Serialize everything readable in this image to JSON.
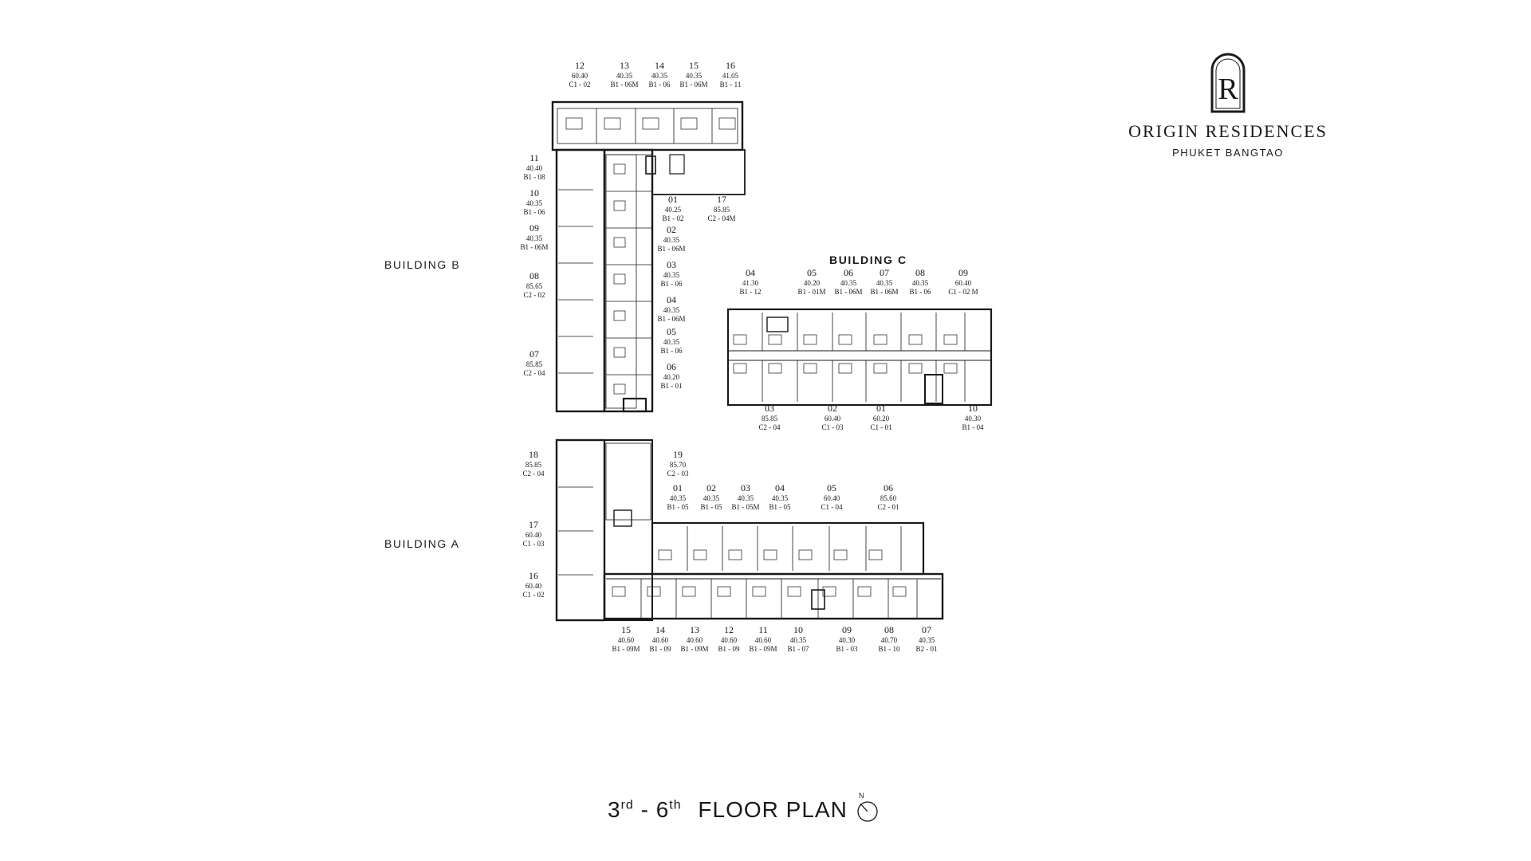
{
  "brand": {
    "monogram": "R",
    "name": "ORIGIN RESIDENCES",
    "location": "PHUKET BANGTAO"
  },
  "title": {
    "start_num": "3",
    "start_sup": "rd",
    "separator": "-",
    "end_num": "6",
    "end_sup": "th",
    "text": "FLOOR PLAN"
  },
  "compass": {
    "label": "N"
  },
  "buildings": {
    "b": {
      "label": "BUILDING B",
      "units": [
        {
          "no": "12",
          "area": "60.40",
          "type": "C1 - 02"
        },
        {
          "no": "13",
          "area": "40.35",
          "type": "B1 - 06M"
        },
        {
          "no": "14",
          "area": "40.35",
          "type": "B1 - 06"
        },
        {
          "no": "15",
          "area": "40.35",
          "type": "B1 - 06M"
        },
        {
          "no": "16",
          "area": "41.05",
          "type": "B1 - 11"
        },
        {
          "no": "11",
          "area": "40.40",
          "type": "B1 - 08"
        },
        {
          "no": "10",
          "area": "40.35",
          "type": "B1 - 06"
        },
        {
          "no": "09",
          "area": "40.35",
          "type": "B1 - 06M"
        },
        {
          "no": "08",
          "area": "85.65",
          "type": "C2 - 02"
        },
        {
          "no": "07",
          "area": "85.85",
          "type": "C2 - 04"
        },
        {
          "no": "01",
          "area": "40.25",
          "type": "B1 - 02"
        },
        {
          "no": "17",
          "area": "85.85",
          "type": "C2 - 04M"
        },
        {
          "no": "02",
          "area": "40.35",
          "type": "B1 - 06M"
        },
        {
          "no": "03",
          "area": "40.35",
          "type": "B1 - 06"
        },
        {
          "no": "04",
          "area": "40.35",
          "type": "B1 - 06M"
        },
        {
          "no": "05",
          "area": "40.35",
          "type": "B1 - 06"
        },
        {
          "no": "06",
          "area": "40.20",
          "type": "B1 - 01"
        }
      ]
    },
    "c": {
      "label": "BUILDING C",
      "units": [
        {
          "no": "04",
          "area": "41.30",
          "type": "B1 - 12"
        },
        {
          "no": "05",
          "area": "40.20",
          "type": "B1 - 01M"
        },
        {
          "no": "06",
          "area": "40.35",
          "type": "B1 - 06M"
        },
        {
          "no": "07",
          "area": "40.35",
          "type": "B1 - 06M"
        },
        {
          "no": "08",
          "area": "40.35",
          "type": "B1 - 06"
        },
        {
          "no": "09",
          "area": "60.40",
          "type": "C1 - 02 M"
        },
        {
          "no": "03",
          "area": "85.85",
          "type": "C2 - 04"
        },
        {
          "no": "02",
          "area": "60.40",
          "type": "C1 - 03"
        },
        {
          "no": "01",
          "area": "60.20",
          "type": "C1 - 01"
        },
        {
          "no": "10",
          "area": "40.30",
          "type": "B1 - 04"
        }
      ]
    },
    "a": {
      "label": "BUILDING A",
      "units": [
        {
          "no": "18",
          "area": "85.85",
          "type": "C2 - 04"
        },
        {
          "no": "17",
          "area": "60.40",
          "type": "C1 - 03"
        },
        {
          "no": "16",
          "area": "60.40",
          "type": "C1 - 02"
        },
        {
          "no": "19",
          "area": "85.70",
          "type": "C2 - 03"
        },
        {
          "no": "01",
          "area": "40.35",
          "type": "B1 - 05"
        },
        {
          "no": "02",
          "area": "40.35",
          "type": "B1 - 05"
        },
        {
          "no": "03",
          "area": "40.35",
          "type": "B1 - 05M"
        },
        {
          "no": "04",
          "area": "40.35",
          "type": "B1 - 05"
        },
        {
          "no": "05",
          "area": "60.40",
          "type": "C1 - 04"
        },
        {
          "no": "06",
          "area": "85.60",
          "type": "C2 - 01"
        },
        {
          "no": "15",
          "area": "40.60",
          "type": "B1 - 09M"
        },
        {
          "no": "14",
          "area": "40.60",
          "type": "B1 - 09"
        },
        {
          "no": "13",
          "area": "40.60",
          "type": "B1 - 09M"
        },
        {
          "no": "12",
          "area": "40.60",
          "type": "B1 - 09"
        },
        {
          "no": "11",
          "area": "40.60",
          "type": "B1 - 09M"
        },
        {
          "no": "10",
          "area": "40.35",
          "type": "B1 - 07"
        },
        {
          "no": "09",
          "area": "40.30",
          "type": "B1 - 03"
        },
        {
          "no": "08",
          "area": "40.70",
          "type": "B1 - 10"
        },
        {
          "no": "07",
          "area": "40.35",
          "type": "B2 - 01"
        }
      ]
    }
  }
}
